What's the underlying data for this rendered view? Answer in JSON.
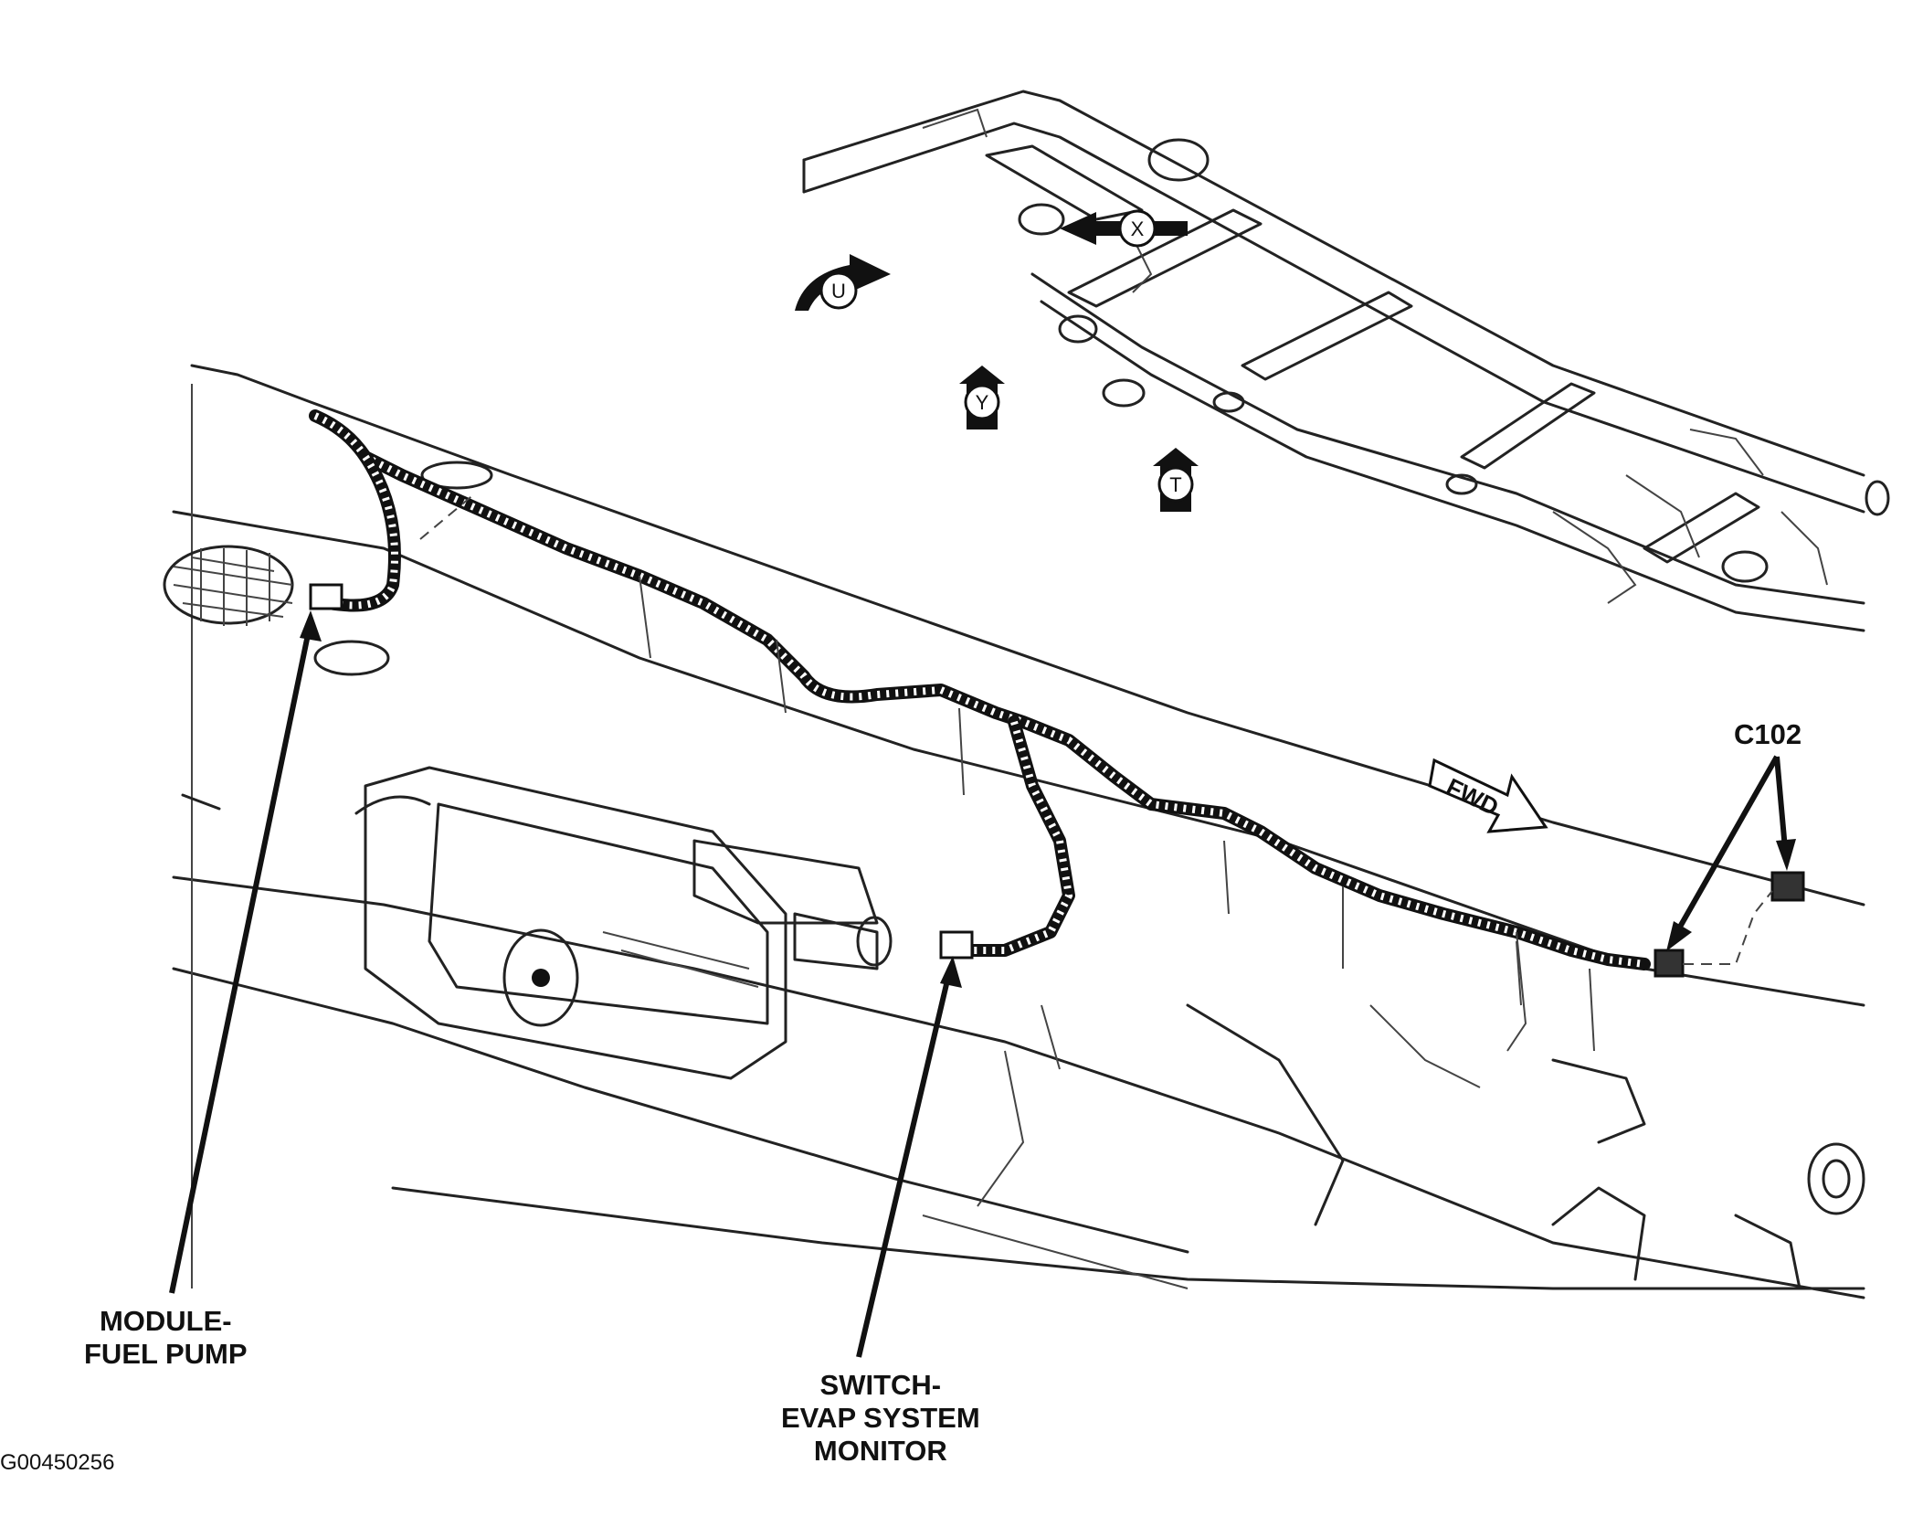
{
  "labels": {
    "c102": "C102",
    "fuel_pump": [
      "MODULE-",
      "FUEL PUMP"
    ],
    "evap_switch": [
      "SWITCH-",
      "EVAP SYSTEM",
      "MONITOR"
    ],
    "figure_id": "G00450256"
  },
  "view_arrows": {
    "x": "X",
    "u": "U",
    "y": "Y",
    "t": "T"
  },
  "direction_marker": "FWD"
}
